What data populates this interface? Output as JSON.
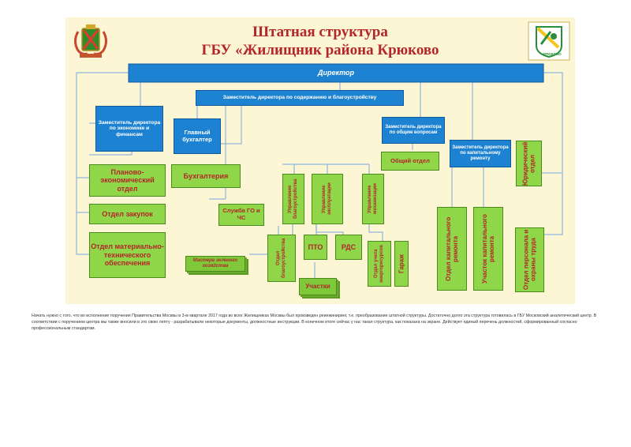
{
  "title_line1": "Штатная структура",
  "title_line2": "ГБУ «Жилищник района Крюково",
  "logo_right_text": "КРЮКОВО",
  "colors": {
    "slide_bg": "#fdf6d4",
    "blue_box": "#1d82d1",
    "green_box": "#8fd648",
    "title_red": "#b3262a",
    "connector": "#8fb6d9"
  },
  "boxes": {
    "director": "Директор",
    "deputy_maintenance": "Заместитель директора по содержанию и благоустройству",
    "deputy_economics": "Заместитель директора по экономике и финансам",
    "chief_accountant": "Главный бухгалтер",
    "deputy_general": "Заместитель директора по общим вопросам",
    "deputy_capital_repair": "Заместитель директора по капитальному ремонту",
    "planning_economic_dept": "Планово-экономический отдел",
    "procurement_dept": "Отдел закупок",
    "logistics_dept": "Отдел материально-технического обеспечения",
    "accounting": "Бухгалтерия",
    "civil_defense": "Служба ГО и ЧС",
    "general_dept": "Общий отдел",
    "legal_dept": "Юридический отдел",
    "landscaping_mgmt": "Управление благоустройства",
    "operations_mgmt": "Управление эксплуатации",
    "mechanization_mgmt": "Управление механизации",
    "landscaping_dept": "Отдел благоустройства",
    "pto": "ПТО",
    "rds": "РДС",
    "energy_accounting_dept": "Отдел учета энергоресурсов",
    "garage": "Гараж",
    "capital_repair_dept": "Отдел капитального ремонта",
    "capital_repair_section": "Участок капитального ремонта",
    "hr_safety_dept": "Отдел персонала и охраны труда",
    "green_masters": "Мастера зеленого хозяйства",
    "sections": "Участки"
  },
  "caption": "Начать нужно с того, что во исполнение поручения Правительства Москвы в 3-м квартале 2017 года во всех Жилищниках Москвы был произведен реинжиниринг, т.е. преобразование штатной структуры. Достаточно долго эта структура готовилась в ГБУ Московский аналитический центр. В соответствии с поручением центра мы также вносили в это свою лепту - разрабатывали некоторые документы, должностные инструкции. В конечном итоге сейчас у нас такая структура, как показана на экране. Действует единый перечень должностей, сформированный согласно профессиональным стандартам."
}
